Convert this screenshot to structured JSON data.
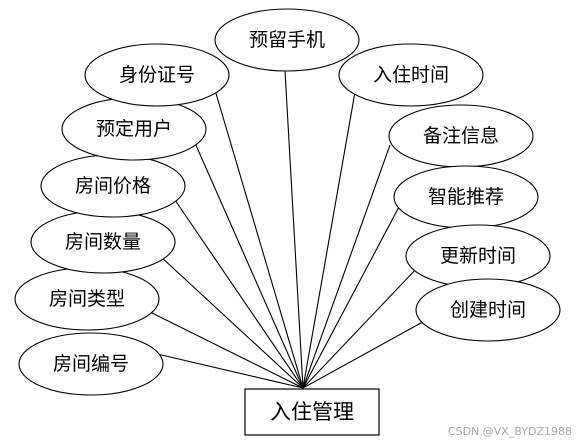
{
  "entity": {
    "label": "入住管理"
  },
  "attributes": [
    {
      "id": "room-number",
      "label": "房间编号"
    },
    {
      "id": "room-type",
      "label": "房间类型"
    },
    {
      "id": "room-quantity",
      "label": "房间数量"
    },
    {
      "id": "room-price",
      "label": "房间价格"
    },
    {
      "id": "booking-user",
      "label": "预定用户"
    },
    {
      "id": "id-number",
      "label": "身份证号"
    },
    {
      "id": "reserved-phone",
      "label": "预留手机"
    },
    {
      "id": "checkin-time",
      "label": "入住时间"
    },
    {
      "id": "remarks",
      "label": "备注信息"
    },
    {
      "id": "smart-recommend",
      "label": "智能推荐"
    },
    {
      "id": "update-time",
      "label": "更新时间"
    },
    {
      "id": "create-time",
      "label": "创建时间"
    }
  ],
  "watermark": "CSDN @VX_BYDZ1988"
}
